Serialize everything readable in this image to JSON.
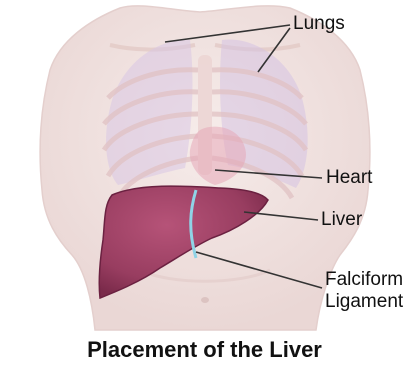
{
  "labels": {
    "lungs": "Lungs",
    "heart": "Heart",
    "liver": "Liver",
    "falciform_line1": "Falciform",
    "falciform_line2": "Ligament"
  },
  "caption": "Placement of the Liver",
  "colors": {
    "skin": "#f2e4e2",
    "ribs": "#e8cfcf",
    "lungs": "#d9c6e4",
    "heart": "#e6a8b8",
    "liver": "#a04266",
    "liver_edge": "#6b2141",
    "ligament": "#8fd3e6",
    "leader_lines": "#333333"
  }
}
